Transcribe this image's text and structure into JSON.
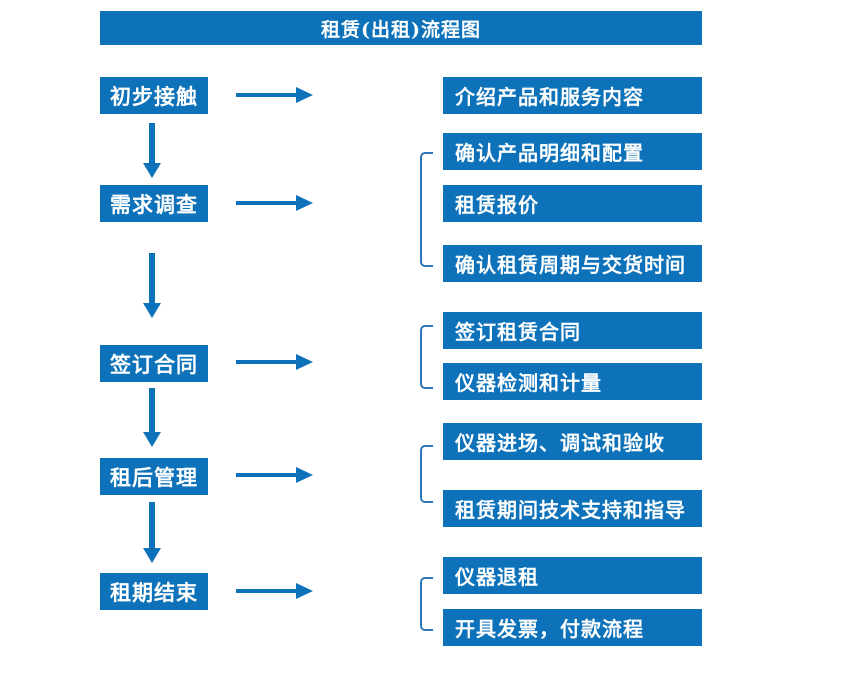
{
  "title": "租赁(出租)流程图",
  "colors": {
    "primary": "#0d72b9",
    "bracket": "#2e75b6",
    "box_text": "#ffffff",
    "background": "#ffffff"
  },
  "steps": [
    {
      "label": "初步接触",
      "details": [
        "介绍产品和服务内容"
      ]
    },
    {
      "label": "需求调查",
      "details": [
        "确认产品明细和配置",
        "租赁报价",
        "确认租赁周期与交货时间"
      ]
    },
    {
      "label": "签订合同",
      "details": [
        "签订租赁合同",
        "仪器检测和计量"
      ]
    },
    {
      "label": "租后管理",
      "details": [
        "仪器进场、调试和验收",
        "租赁期间技术支持和指导"
      ]
    },
    {
      "label": "租期结束",
      "details": [
        "仪器退租",
        "开具发票，付款流程"
      ]
    }
  ]
}
